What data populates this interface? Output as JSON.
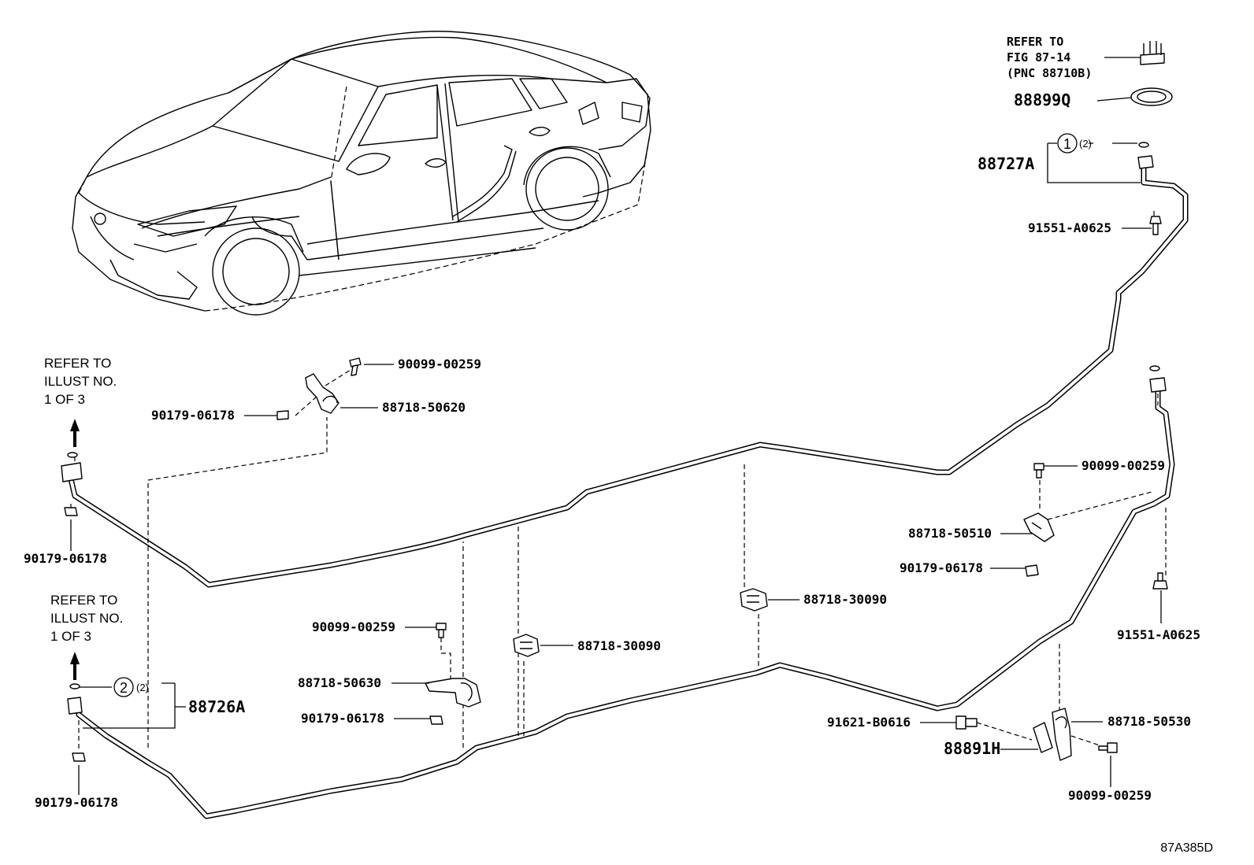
{
  "diagram_code": "87A385D",
  "refer_note_left_top": [
    "REFER TO",
    "ILLUST NO.",
    "1 OF 3"
  ],
  "refer_note_left_bottom": [
    "REFER TO",
    "ILLUST NO.",
    "1 OF 3"
  ],
  "refer_note_fig": [
    "REFER TO",
    "FIG 87-14",
    "(PNC 88710B)"
  ],
  "callout_1": {
    "number": "1",
    "qty": "(2)"
  },
  "callout_2": {
    "number": "2",
    "qty": "(2)"
  },
  "labels": {
    "p88899Q": "88899Q",
    "p88727A": "88727A",
    "p91551_A0625_top": "91551-A0625",
    "p90099_00259_top": "90099-00259",
    "p90179_06178_topclip": "90179-06178",
    "p88718_50620": "88718-50620",
    "p90179_06178_left": "90179-06178",
    "p88726A": "88726A",
    "p90179_06178_bottomleft": "90179-06178",
    "p90099_00259_mid": "90099-00259",
    "p88718_50630": "88718-50630",
    "p90179_06178_mid": "90179-06178",
    "p88718_30090_a": "88718-30090",
    "p88718_30090_b": "88718-30090",
    "p90099_00259_right": "90099-00259",
    "p88718_50510": "88718-50510",
    "p90179_06178_right": "90179-06178",
    "p91551_A0625_right": "91551-A0625",
    "p91621_B0616": "91621-B0616",
    "p88718_50530": "88718-50530",
    "p88891H": "88891H",
    "p90099_00259_bottom": "90099-00259"
  }
}
